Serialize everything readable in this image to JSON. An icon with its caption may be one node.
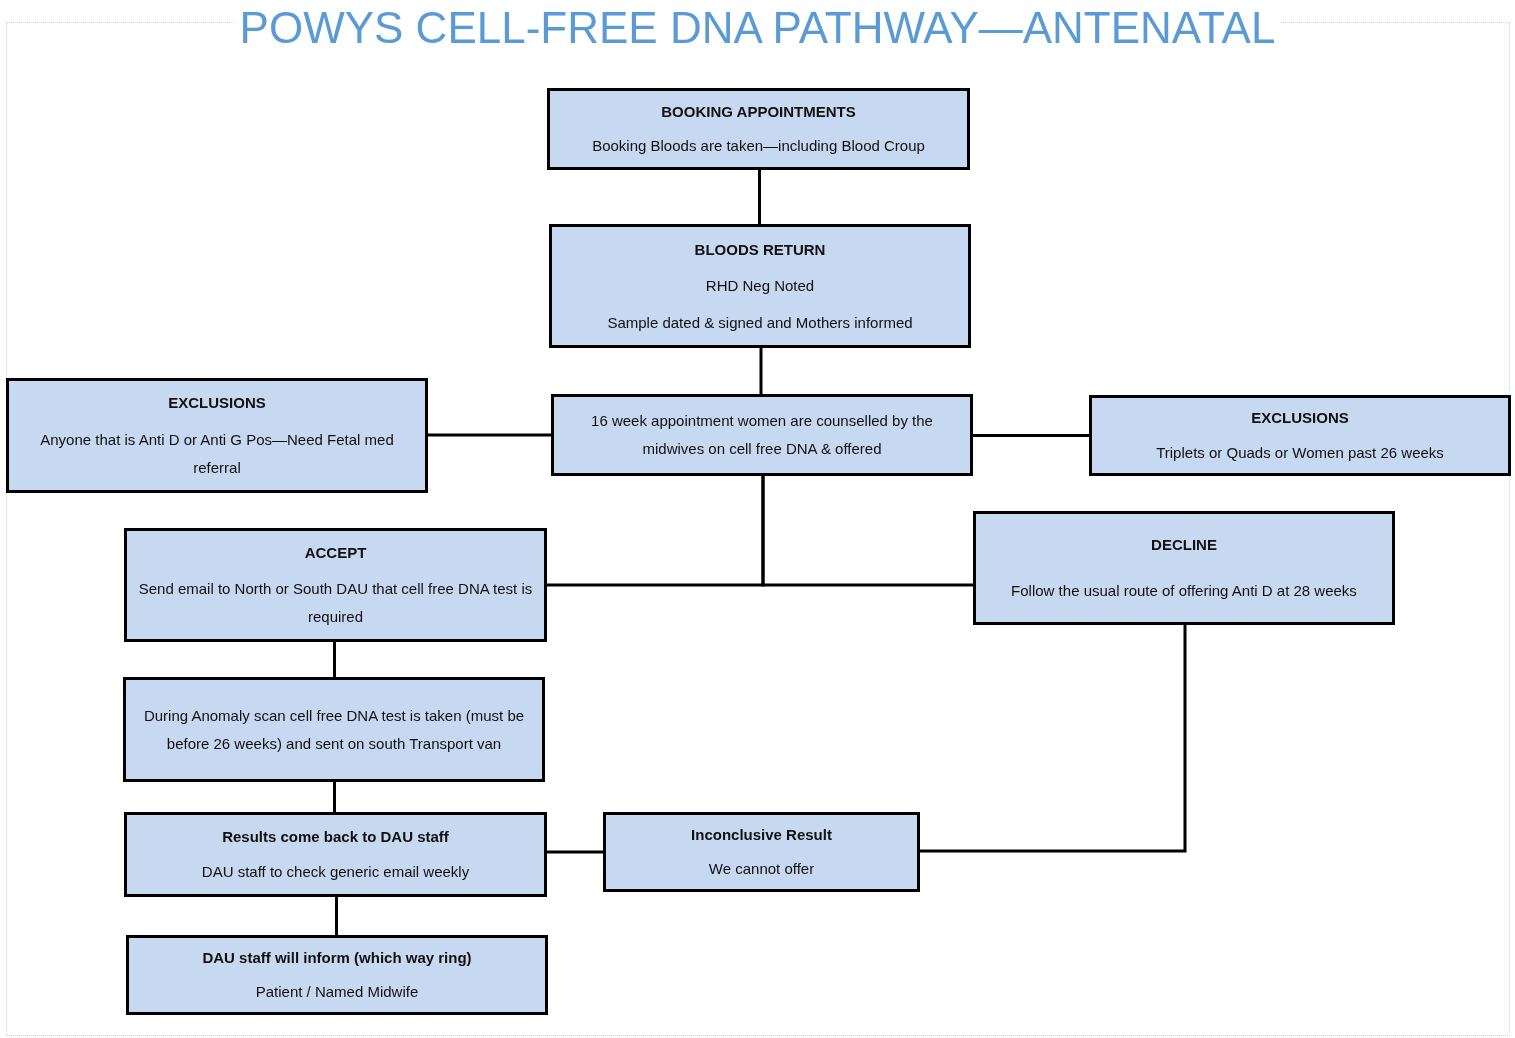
{
  "diagram": {
    "title": "POWYS CELL-FREE DNA PATHWAY—ANTENATAL",
    "nodes": [
      {
        "text": [
          "BOOKING APPOINTMENTS",
          "Booking Bloods are taken—including Blood Croup"
        ]
      },
      {
        "text": [
          "BLOODS RETURN",
          "RHD Neg Noted",
          "Sample dated & signed and Mothers informed"
        ]
      },
      {
        "text": [
          "16 week appointment women are counselled by the midwives on cell free DNA & offered"
        ]
      },
      {
        "text": [
          "EXCLUSIONS",
          "Anyone that is Anti D or Anti G Pos—Need Fetal med referral"
        ]
      },
      {
        "text": [
          "EXCLUSIONS",
          "Triplets or Quads or Women past 26 weeks"
        ]
      },
      {
        "text": [
          "ACCEPT",
          "Send email to North or South DAU that cell free DNA test is required"
        ]
      },
      {
        "text": [
          "DECLINE",
          "Follow the usual route of offering Anti D at 28 weeks"
        ]
      },
      {
        "text": [
          "During Anomaly scan cell free DNA test is taken (must be before 26 weeks) and sent on south Transport van"
        ]
      },
      {
        "text": [
          "Results come back to DAU staff",
          "DAU staff to check generic email weekly"
        ]
      },
      {
        "text": [
          "Inconclusive Result",
          "We cannot offer"
        ]
      },
      {
        "text": [
          "DAU staff will inform (which way ring)",
          "Patient / Named Midwife"
        ]
      }
    ],
    "edges": [
      {
        "from": 0,
        "to": 1,
        "arrow": "none"
      },
      {
        "from": 1,
        "to": 2,
        "arrow": "none"
      },
      {
        "from": 3,
        "to": 2,
        "arrow": "none"
      },
      {
        "from": 2,
        "to": 4,
        "arrow": "none"
      },
      {
        "from": 2,
        "to": 5,
        "arrow": "none"
      },
      {
        "from": 2,
        "to": 6,
        "arrow": "none"
      },
      {
        "from": 5,
        "to": 7,
        "arrow": "none"
      },
      {
        "from": 7,
        "to": 8,
        "arrow": "none"
      },
      {
        "from": 8,
        "to": 9,
        "arrow": "none"
      },
      {
        "from": 6,
        "to": 9,
        "arrow": "none"
      },
      {
        "from": 8,
        "to": 10,
        "arrow": "none"
      }
    ]
  }
}
